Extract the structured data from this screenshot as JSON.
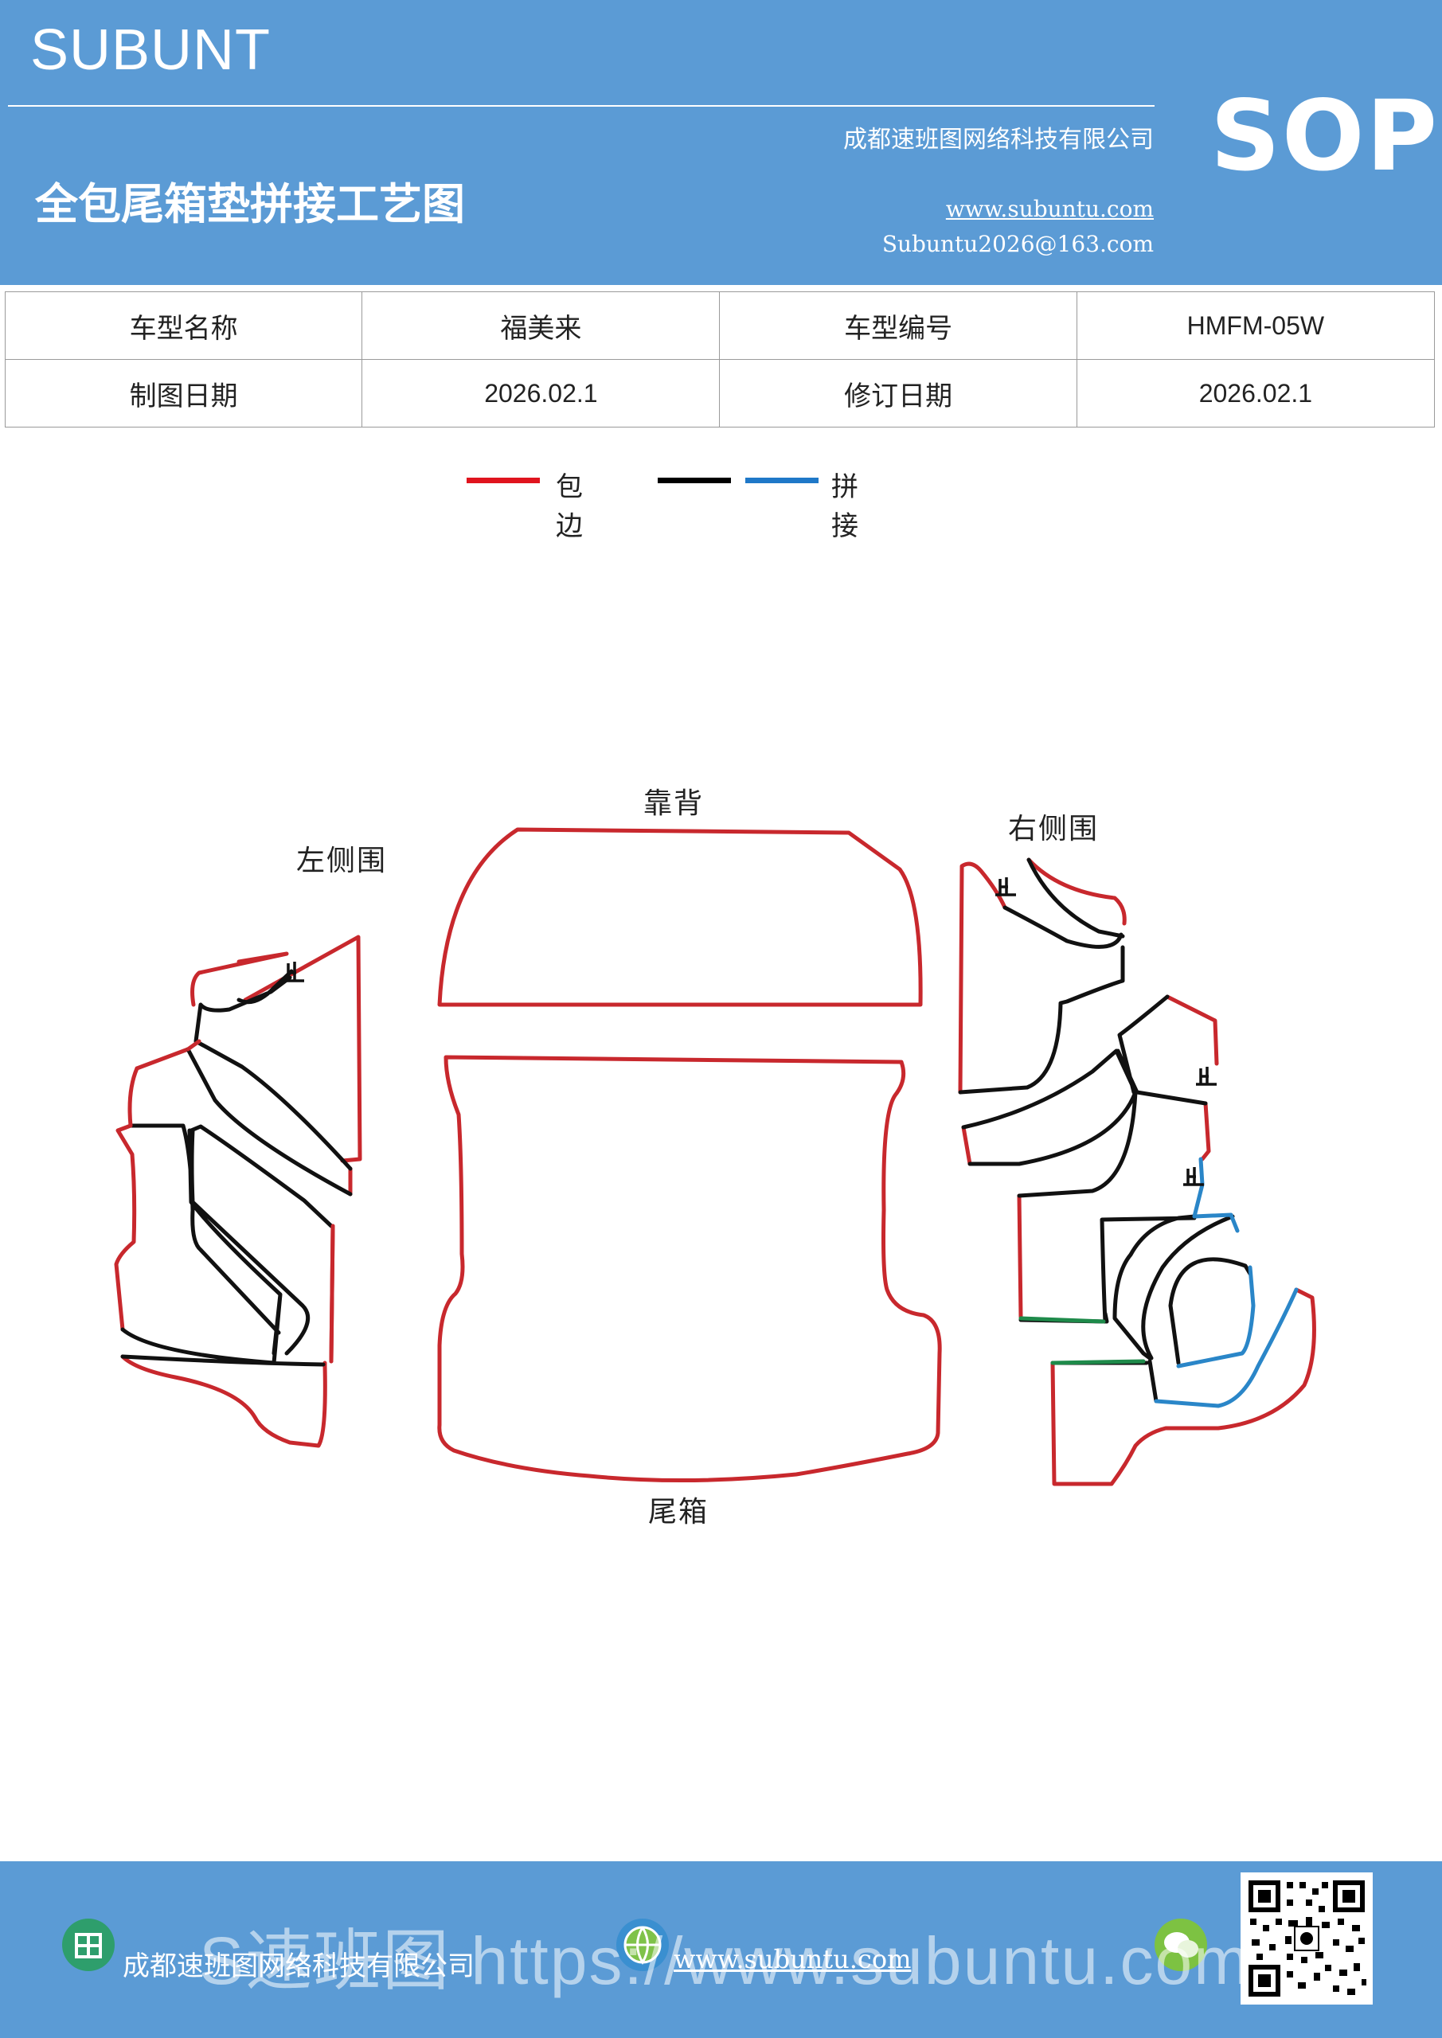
{
  "header": {
    "brand": "SUBUNT",
    "title": "全包尾箱垫拼接工艺图",
    "company": "成都速班图网络科技有限公司",
    "website": "www.subuntu.com",
    "email": "Subuntu2026@163.com",
    "badge": "SOP"
  },
  "info_table": {
    "rows": [
      [
        "车型名称",
        "福美来",
        "车型编号",
        "HMFM-05W"
      ],
      [
        "制图日期",
        "2026.02.1",
        "修订日期",
        "2026.02.1"
      ]
    ]
  },
  "legend": [
    {
      "label": "包边",
      "color": "#e0141e"
    },
    {
      "label": "拼接",
      "colors": [
        "#000000",
        "#1f78c8"
      ]
    }
  ],
  "parts": {
    "left_side": "左侧围",
    "back": "靠背",
    "right_side": "右侧围",
    "trunk": "尾箱",
    "stop_mark": "止"
  },
  "colors": {
    "header_bg": "#5b9bd5",
    "edge_red": "#c8282d",
    "seam_black": "#111111",
    "seam_blue": "#2a86c8",
    "seam_green": "#1e8a4a"
  },
  "footer": {
    "company": "成都速班图网络科技有限公司",
    "website": "www.subuntu.com",
    "watermark": "S速班图 https://www.subuntu.com"
  }
}
